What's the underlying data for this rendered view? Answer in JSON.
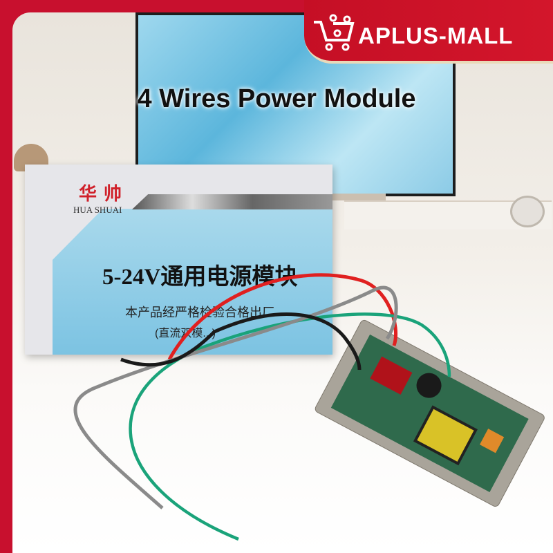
{
  "brand": {
    "name": "APLUS-MALL",
    "icon": "shopping-cart-circuit-icon"
  },
  "headline": "4 Wires Power Module",
  "package": {
    "brand_cn": "华帅",
    "brand_en": "HUA SHUAI",
    "title": "5-24V通用电源模块",
    "subtitle": "本产品经严格检验合格出厂",
    "note": "(直流双模...)"
  },
  "colors": {
    "brand_red": "#c8102e",
    "wire_red": "#e02020",
    "wire_green": "#1aa37a",
    "wire_gray": "#8a8a8a",
    "wire_black": "#1a1a1a"
  }
}
